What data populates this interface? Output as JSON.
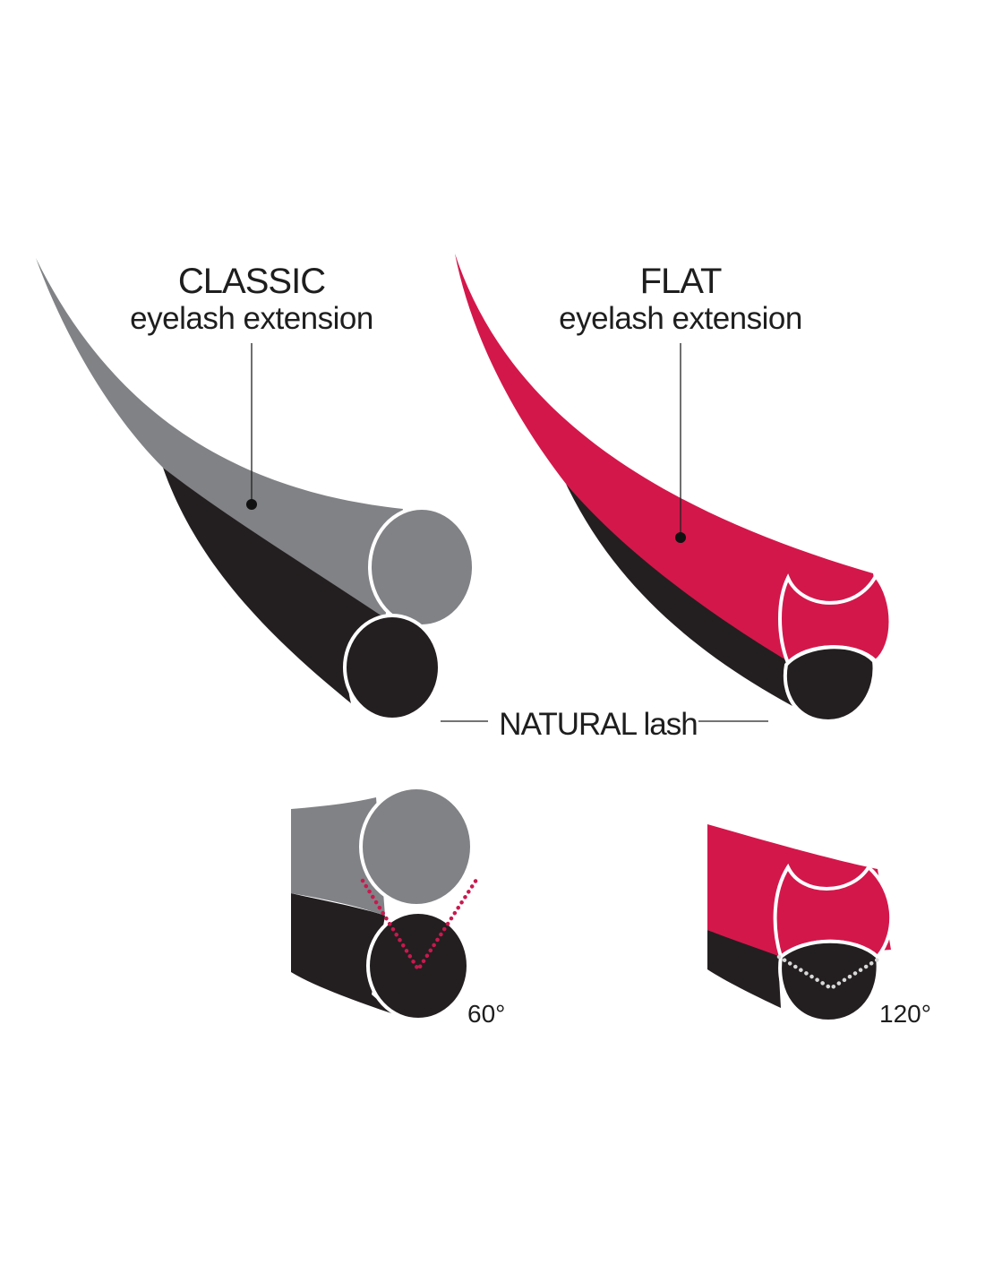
{
  "classic": {
    "title": "CLASSIC",
    "subtitle": "eyelash extension",
    "angle": "60°"
  },
  "flat": {
    "title": "FLAT",
    "subtitle": "eyelash extension",
    "angle": "120°"
  },
  "natural_label": "NATURAL lash",
  "colors": {
    "classic": "#818285",
    "flat": "#d4174b",
    "natural": "#231f20",
    "outline": "#ffffff"
  }
}
